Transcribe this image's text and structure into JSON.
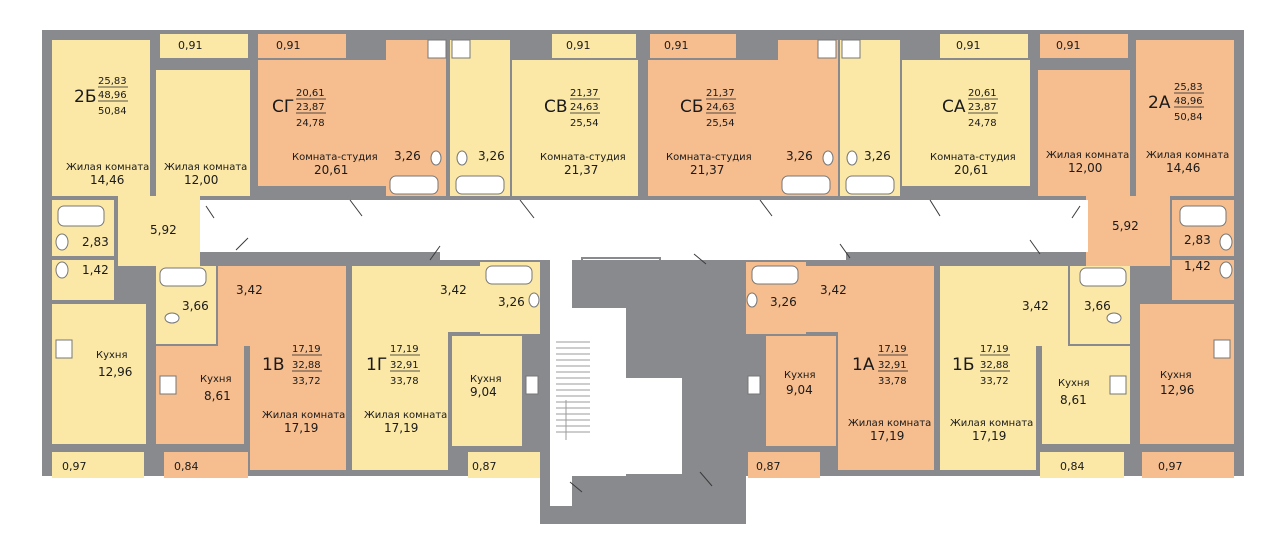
{
  "colors": {
    "wall": "#888a8d",
    "yellow": "#fbe8a6",
    "orange": "#f6bd8e",
    "corridor": "#ffffff",
    "fixture": "#ffffff",
    "door": "#3a3a3a",
    "stair": "#ffffff"
  },
  "balconies": {
    "top_2b": "0,91",
    "top_sg": "0,91",
    "top_sv": "0,91",
    "top_sb": "0,91",
    "top_sa": "0,91",
    "top_2a": "0,91",
    "bottom_2b": "0,97",
    "bottom_1v": "0,84",
    "bottom_1g": "0,87",
    "bottom_1a": "0,87",
    "bottom_1b": "0,84",
    "bottom_2a": "0,97"
  },
  "apartments": {
    "a2b": {
      "id": "2Б",
      "a1": "25,83",
      "a2": "48,96",
      "a3": "50,84",
      "room1_name": "Жилая комната",
      "room1_area": "14,46",
      "room2_name": "Жилая комната",
      "room2_area": "12,00",
      "hall": "5,92",
      "bath": "2,83",
      "wc": "1,42",
      "kitchen_name": "Кухня",
      "kitchen_area": "12,96"
    },
    "sg": {
      "id": "СГ",
      "a1": "20,61",
      "a2": "23,87",
      "a3": "24,78",
      "room_name": "Комната-студия",
      "room_area": "20,61",
      "bath": "3,26"
    },
    "sv": {
      "id": "СВ",
      "a1": "21,37",
      "a2": "24,63",
      "a3": "25,54",
      "room_name": "Комната-студия",
      "room_area": "21,37",
      "bath": "3,26"
    },
    "sb": {
      "id": "СБ",
      "a1": "21,37",
      "a2": "24,63",
      "a3": "25,54",
      "room_name": "Комната-студия",
      "room_area": "21,37",
      "bath": "3,26"
    },
    "sa": {
      "id": "СА",
      "a1": "20,61",
      "a2": "23,87",
      "a3": "24,78",
      "room_name": "Комната-студия",
      "room_area": "20,61",
      "bath": "3,26"
    },
    "a2a": {
      "id": "2А",
      "a1": "25,83",
      "a2": "48,96",
      "a3": "50,84",
      "room1_name": "Жилая комната",
      "room1_area": "12,00",
      "room2_name": "Жилая комната",
      "room2_area": "14,46",
      "hall": "5,92",
      "bath": "2,83",
      "wc": "1,42",
      "kitchen_name": "Кухня",
      "kitchen_area": "12,96"
    },
    "a1v": {
      "id": "1В",
      "a1": "17,19",
      "a2": "32,88",
      "a3": "33,72",
      "room_name": "Жилая комната",
      "room_area": "17,19",
      "kitchen_name": "Кухня",
      "kitchen_area": "8,61",
      "bath": "3,66",
      "hall": "3,42"
    },
    "a1g": {
      "id": "1Г",
      "a1": "17,19",
      "a2": "32,91",
      "a3": "33,78",
      "room_name": "Жилая комната",
      "room_area": "17,19",
      "kitchen_name": "Кухня",
      "kitchen_area": "9,04",
      "bath": "3,26",
      "hall": "3,42"
    },
    "a1a": {
      "id": "1А",
      "a1": "17,19",
      "a2": "32,91",
      "a3": "33,78",
      "room_name": "Жилая комната",
      "room_area": "17,19",
      "kitchen_name": "Кухня",
      "kitchen_area": "9,04",
      "bath": "3,26",
      "hall": "3,42"
    },
    "a1b": {
      "id": "1Б",
      "a1": "17,19",
      "a2": "32,88",
      "a3": "33,72",
      "room_name": "Жилая комната",
      "room_area": "17,19",
      "kitchen_name": "Кухня",
      "kitchen_area": "8,61",
      "bath": "3,66",
      "hall": "3,42"
    }
  }
}
